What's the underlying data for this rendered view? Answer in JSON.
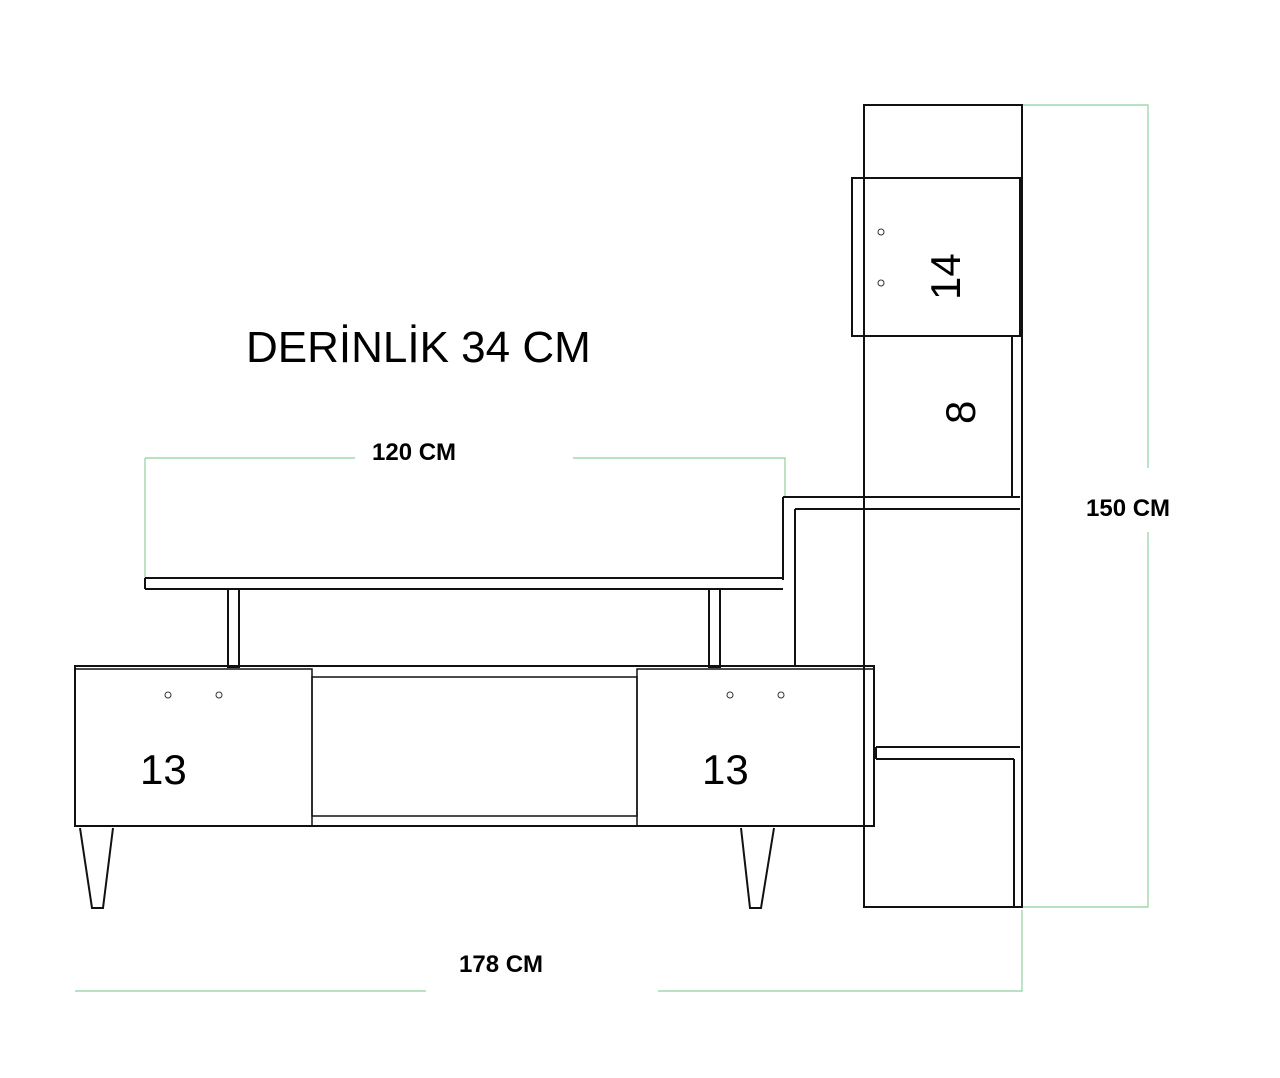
{
  "title": "DERİNLİK 34 CM",
  "dimensions": {
    "top_width": "120 CM",
    "total_height": "150 CM",
    "total_width": "178 CM"
  },
  "compartments": {
    "wall_upper": "14",
    "wall_middle": "8",
    "left_drawer": "13",
    "right_drawer": "13"
  },
  "colors": {
    "outline": "#111111",
    "dimension_line": "#8fd19e"
  }
}
